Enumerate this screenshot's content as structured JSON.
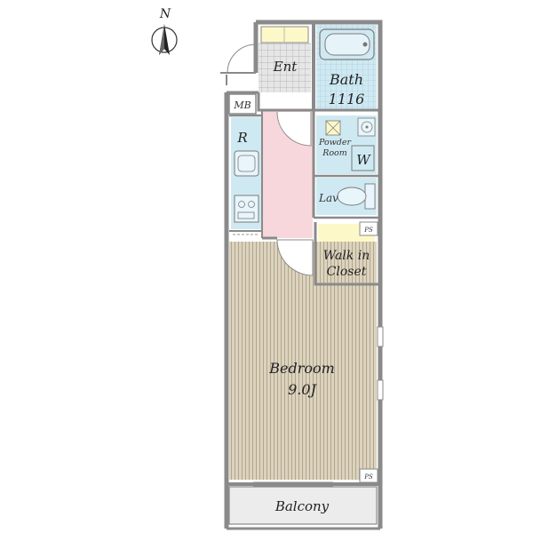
{
  "compass": {
    "label": "N"
  },
  "rooms": {
    "ent": "Ent",
    "bath": "Bath",
    "bath_size": "1116",
    "mb": "MB",
    "refrigerator": "R",
    "powder_room_line1": "Powder",
    "powder_room_line2": "Room",
    "washer": "W",
    "lav": "Lav",
    "ps_top": "PS",
    "ps_bottom": "PS",
    "walk_in_line1": "Walk in",
    "walk_in_line2": "Closet",
    "bedroom": "Bedroom",
    "bedroom_size": "9.0J",
    "balcony": "Balcony"
  },
  "colors": {
    "wall": "#8a8a8a",
    "corridor": "#f8d7dc",
    "wet_area": "#cfe9f2",
    "closet": "#fdf8c8",
    "floor": "#d9d0bc",
    "floor_line": "#a99c80",
    "balcony": "#ededed"
  }
}
